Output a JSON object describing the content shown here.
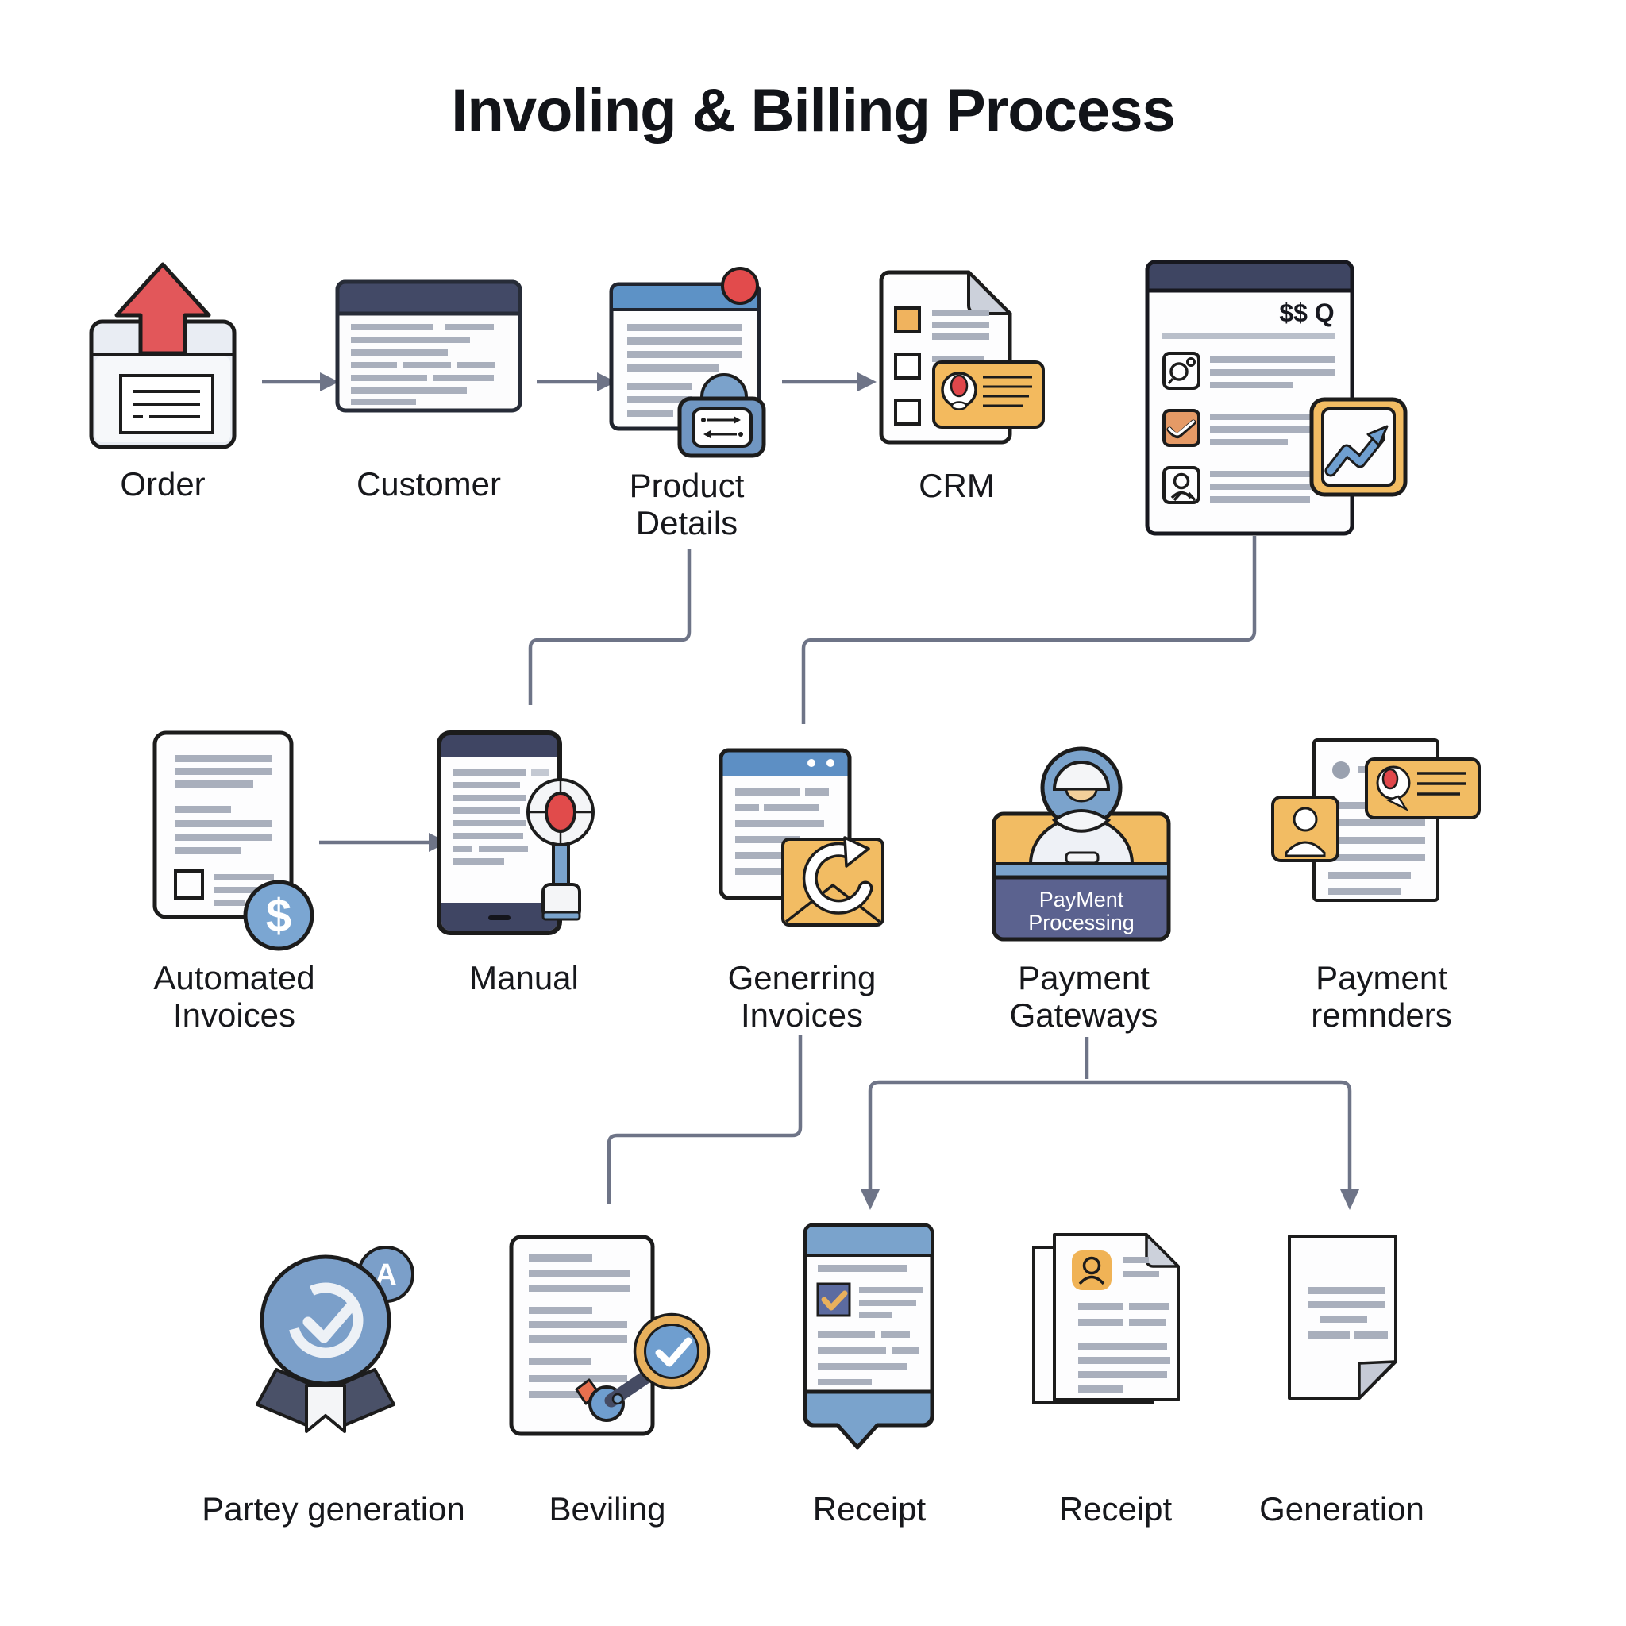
{
  "title": "Involing & Billing Process",
  "palette": {
    "outline": "#1c1c1c",
    "connector": "#6e7487",
    "navy_header": "#3f4563",
    "blue_header": "#5d92c6",
    "blue_light": "#7aa3cc",
    "blue_medal": "#7b9fc9",
    "orange_accent": "#f2bc63",
    "red_accent": "#e24b4c",
    "gray_line": "#a9afbc",
    "purple_card": "#5b628f",
    "paper": "#fdfdfe"
  },
  "row1": {
    "nodes": [
      {
        "label": "Order",
        "icon": "order-upload-document-icon"
      },
      {
        "label": "Customer",
        "icon": "customer-record-window-icon"
      },
      {
        "label": "Product Details",
        "icon": "product-details-window-icon"
      },
      {
        "label": "CRM",
        "icon": "crm-checklist-contact-icon"
      },
      {
        "label": "",
        "icon": "billing-summary-panel-icon",
        "symbol": "$$ Q"
      }
    ]
  },
  "row2": {
    "nodes": [
      {
        "label": "Automated Invoices",
        "icon": "automated-invoice-document-icon",
        "badge_glyph": "$"
      },
      {
        "label": "Manual",
        "icon": "manual-entry-tablet-icon"
      },
      {
        "label": "Generring Invoices",
        "icon": "generating-invoices-mail-icon"
      },
      {
        "label": "Payment Gateways",
        "icon": "payment-processing-terminal-icon",
        "card_line1": "PayMent",
        "card_line2": "Processing"
      },
      {
        "label": "Payment remnders",
        "icon": "payment-reminders-document-icon"
      }
    ]
  },
  "row3": {
    "nodes": [
      {
        "label": "Partey generation",
        "icon": "verified-badge-medal-icon",
        "badge_letter": "A"
      },
      {
        "label": "Beviling",
        "icon": "billing-review-magnifier-icon"
      },
      {
        "label": "Receipt",
        "icon": "receipt-ribbon-icon"
      },
      {
        "label": "Receipt",
        "icon": "receipt-papers-icon"
      },
      {
        "label": "Generation",
        "icon": "generated-document-icon"
      }
    ]
  }
}
